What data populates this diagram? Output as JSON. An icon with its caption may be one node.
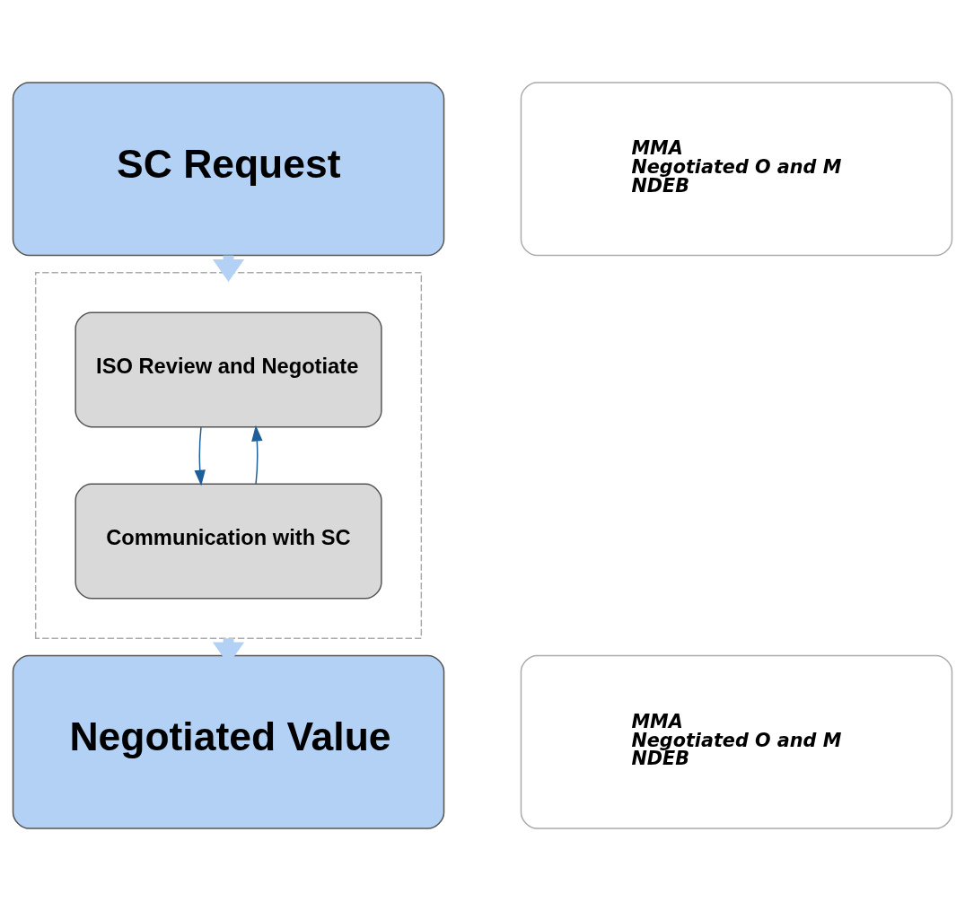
{
  "diagram": {
    "nodes": [
      {
        "text": [
          "SC Request"
        ]
      },
      {
        "text": [
          "MMA",
          "Negotiated O and M",
          "NDEB"
        ]
      },
      {
        "text": [],
        "shape": "box"
      },
      {
        "text": [
          "ISO Review and Negotiate"
        ],
        "in": 2
      },
      {
        "text": [
          "Communication with SC"
        ],
        "in": 2
      },
      {
        "text": [
          "Negotiated Value"
        ]
      },
      {
        "text": [
          "MMA",
          "Negotiated O and M",
          "NDEB"
        ]
      }
    ],
    "edges": [
      {
        "from": 0,
        "to": 2,
        "arrow": "to",
        "style": "thick",
        "color": "#b3d1f5"
      },
      {
        "from": 3,
        "to": 4,
        "arrow": "to",
        "color": "#1f5f99"
      },
      {
        "from": 4,
        "to": 3,
        "arrow": "to",
        "color": "#1f5f99"
      },
      {
        "from": 2,
        "to": 5,
        "arrow": "to",
        "style": "thick",
        "color": "#b3d1f5"
      }
    ]
  }
}
